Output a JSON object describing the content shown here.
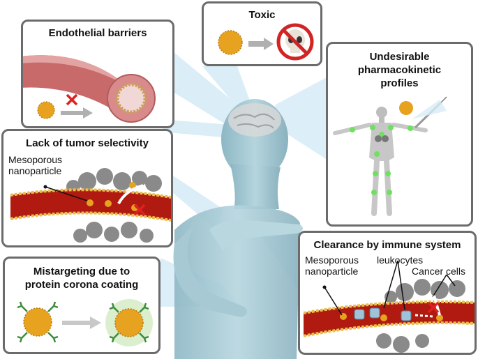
{
  "panels": {
    "toxic": {
      "title": "Toxic"
    },
    "endothelial": {
      "title": "Endothelial barriers"
    },
    "pk": {
      "title_lines": [
        "Undesirable",
        "pharmacokinetic",
        "profiles"
      ]
    },
    "selectivity": {
      "title": "Lack of tumor selectivity",
      "label_lines": [
        "Mesoporous",
        "nanoparticle"
      ]
    },
    "mistargeting": {
      "title_lines": [
        "Mistargeting due to",
        "protein corona coating"
      ]
    },
    "clearance": {
      "title": "Clearance by immune system",
      "label_np_lines": [
        "Mesoporous",
        "nanoparticle"
      ],
      "label_leuko": "leukocytes",
      "label_cancer": "Cancer cells"
    }
  },
  "colors": {
    "border": "#6b6b6b",
    "nanoparticle": "#e7a21f",
    "blood": "#b11a10",
    "cross": "#e02020",
    "beam": "#bfe0f2",
    "body": "#9cc3cf"
  }
}
